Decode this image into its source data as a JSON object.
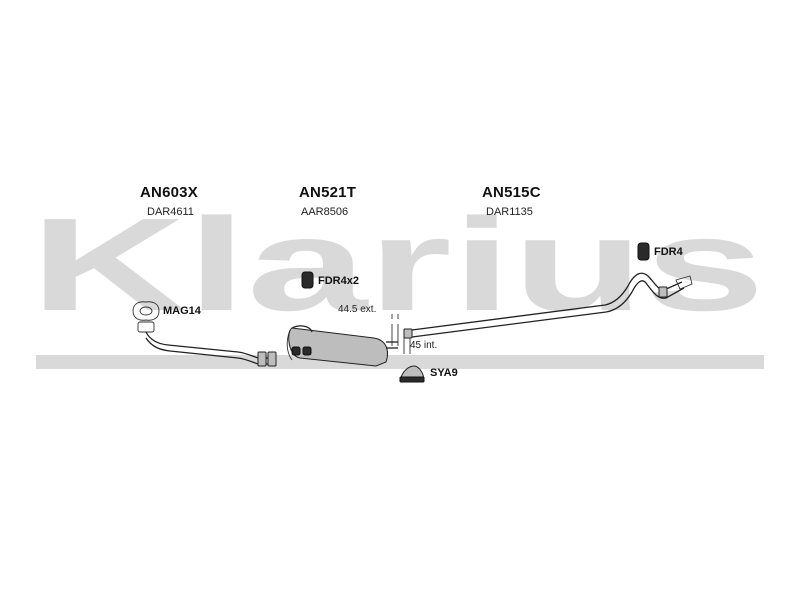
{
  "watermark": {
    "text": "Klarius",
    "color": "#d9d9d9"
  },
  "parts": [
    {
      "code": "AN603X",
      "ref": "DAR4611"
    },
    {
      "code": "AN521T",
      "ref": "AAR8506"
    },
    {
      "code": "AN515C",
      "ref": "DAR1135"
    }
  ],
  "labels": {
    "mag14": "MAG14",
    "fdr4x2": "FDR4x2",
    "fdr4": "FDR4",
    "sya9": "SYA9",
    "ext": "44.5 ext.",
    "int": "45 int."
  },
  "colors": {
    "line": "#222222",
    "shade": "#bdbdbd",
    "mount": "#2a2a2a"
  }
}
